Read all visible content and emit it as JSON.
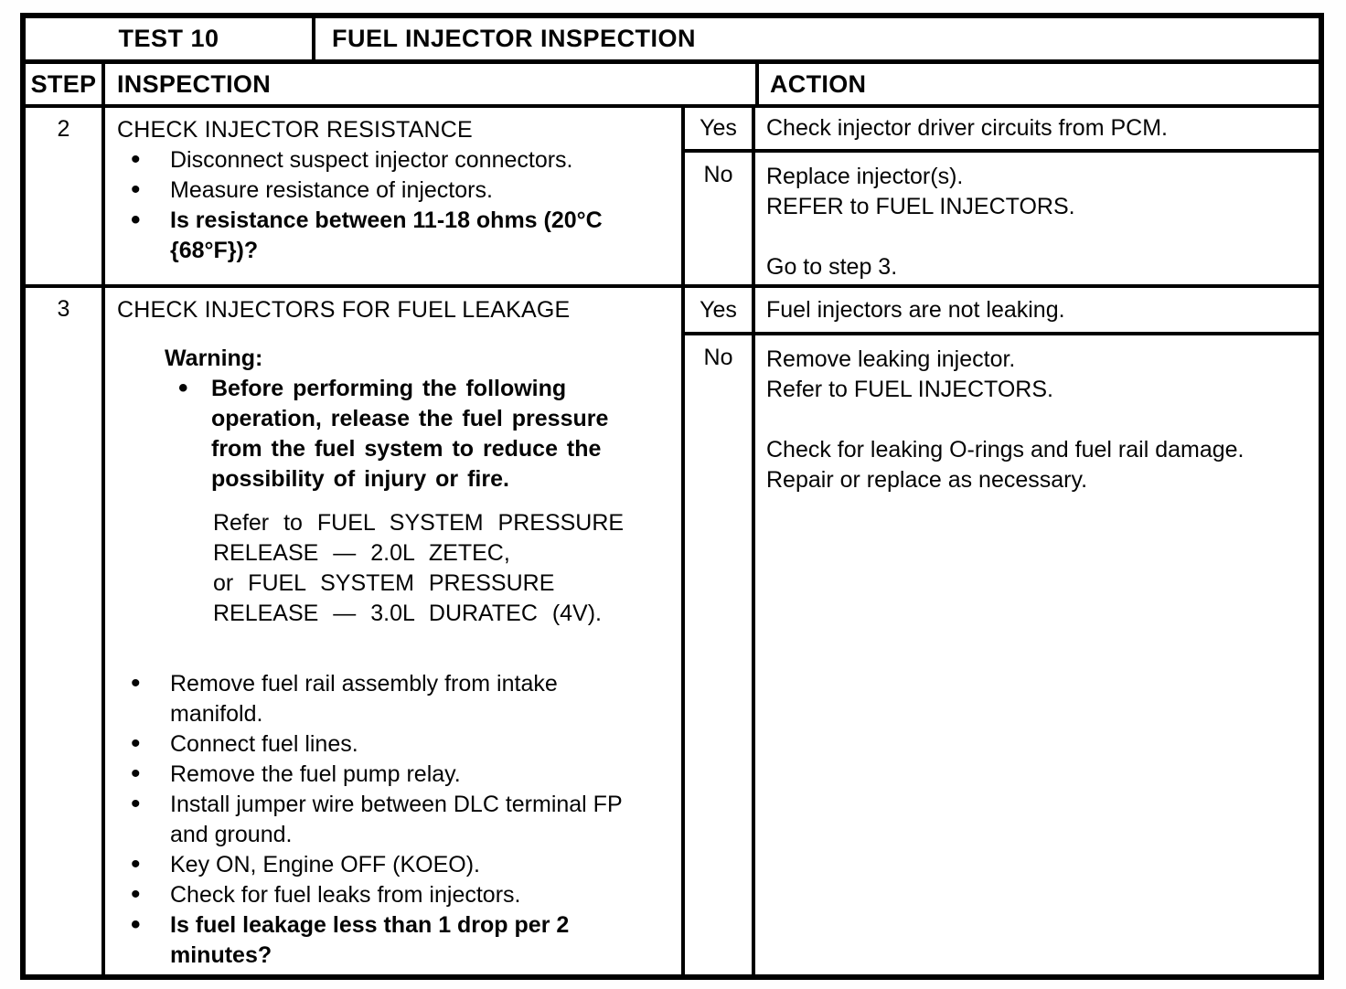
{
  "header": {
    "test_label": "TEST 10",
    "test_title": "FUEL INJECTOR INSPECTION",
    "col_step": "STEP",
    "col_inspection": "INSPECTION",
    "col_action": "ACTION"
  },
  "steps": [
    {
      "number": "2",
      "title": "CHECK INJECTOR RESISTANCE",
      "bullets": [
        {
          "text": "Disconnect suspect injector connectors.",
          "bold": false
        },
        {
          "text": "Measure resistance of injectors.",
          "bold": false
        },
        {
          "text": "Is resistance between 11-18 ohms (20°C\n{68°F})?",
          "bold": true
        }
      ],
      "yes_label": "Yes",
      "yes_action": "Check injector driver circuits from PCM.",
      "no_label": "No",
      "no_action": "Replace injector(s).\nREFER to FUEL INJECTORS.\n\nGo to step 3."
    },
    {
      "number": "3",
      "title": "CHECK INJECTORS FOR FUEL LEAKAGE",
      "warning": {
        "label": "Warning:",
        "bullet": "Before performing the following\noperation, release the fuel pressure\nfrom the fuel system to reduce the\npossibility of injury or fire.",
        "reference": "Refer to FUEL SYSTEM PRESSURE\nRELEASE — 2.0L ZETEC,\nor FUEL SYSTEM PRESSURE\nRELEASE — 3.0L DURATEC (4V)."
      },
      "bullets": [
        {
          "text": "Remove fuel rail assembly from intake\nmanifold.",
          "bold": false
        },
        {
          "text": "Connect fuel lines.",
          "bold": false
        },
        {
          "text": "Remove the fuel pump relay.",
          "bold": false
        },
        {
          "text": "Install jumper wire between DLC terminal FP\nand ground.",
          "bold": false
        },
        {
          "text": "Key ON, Engine OFF (KOEO).",
          "bold": false
        },
        {
          "text": "Check for fuel leaks from injectors.",
          "bold": false
        },
        {
          "text": "Is fuel leakage less than 1 drop per 2\nminutes?",
          "bold": true
        }
      ],
      "yes_label": "Yes",
      "yes_action": "Fuel injectors are not leaking.",
      "no_label": "No",
      "no_action": "Remove leaking injector.\nRefer to FUEL INJECTORS.\n\nCheck for leaking O-rings and fuel rail damage.\nRepair or replace as necessary."
    }
  ]
}
